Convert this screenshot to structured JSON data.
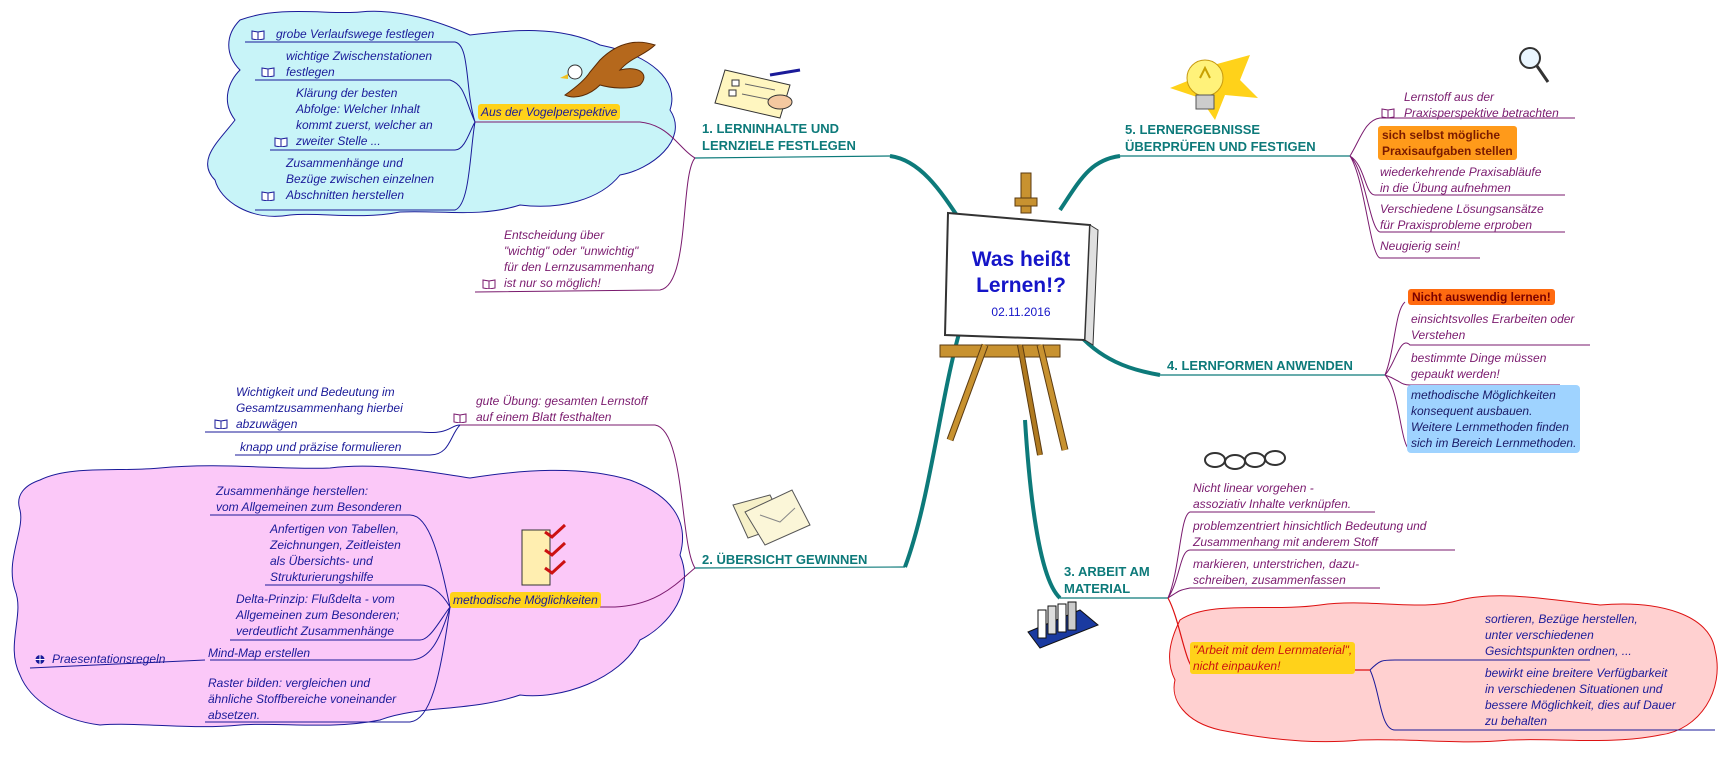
{
  "center": {
    "title": "Was heißt\nLernen!?",
    "date": "02.11.2016"
  },
  "branches": {
    "b1": {
      "label": "1. LERNINHALTE UND\nLERNZIELE FESTLEGEN",
      "vogel": "Aus der Vogelperspektive",
      "vogel_items": [
        "grobe Verlaufswege festlegen",
        "wichtige Zwischenstationen\nfestlegen",
        "Klärung der besten\nAbfolge: Welcher Inhalt\nkommt zuerst, welcher an\nzweiter Stelle ...",
        "Zusammenhänge und\nBezüge zwischen einzelnen\nAbschnitten herstellen"
      ],
      "decision": "Entscheidung über\n\"wichtig\" oder \"unwichtig\"\nfür den Lernzusammenhang\nist nur so möglich!"
    },
    "b2": {
      "label": "2. ÜBERSICHT GEWINNEN",
      "uebung": "gute Übung: gesamten Lernstoff\nauf einem Blatt festhalten",
      "uebung_items": [
        "Wichtigkeit und Bedeutung im\nGesamtzusammenhang hierbei\nabzuwägen",
        "knapp und präzise formulieren"
      ],
      "methodisch": "methodische Möglichkeiten",
      "methodisch_items": [
        "Zusammenhänge herstellen:\nvom Allgemeinen zum Besonderen",
        "Anfertigen von Tabellen,\nZeichnungen, Zeitleisten\nals Übersichts- und\nStrukturierungshilfe",
        "Delta-Prinzip: Flußdelta - vom\nAllgemeinen zum Besonderen;\nverdeutlicht Zusammenhänge",
        "Mind-Map erstellen",
        "Raster bilden: vergleichen und\nähnliche Stoffbereiche voneinander\nabsetzen."
      ],
      "praesentation": "Praesentationsregeln"
    },
    "b3": {
      "label": "3. ARBEIT AM\nMATERIAL",
      "items": [
        "Nicht linear vorgehen -\nassoziativ Inhalte verknüpfen.",
        "problemzentriert hinsichtlich Bedeutung und\nZusammenhang mit anderem Stoff",
        "markieren, unterstrichen, dazu-\nschreiben, zusammenfassen"
      ],
      "arbeit": "\"Arbeit mit dem Lernmaterial\",\nnicht einpauken!",
      "arbeit_items": [
        "sortieren, Bezüge herstellen,\nunter verschiedenen\nGesichtspunkten ordnen, ...",
        "bewirkt eine breitere Verfügbarkeit\nin verschiedenen Situationen und\nbessere Möglichkeit, dies auf Dauer\nzu behalten"
      ]
    },
    "b4": {
      "label": "4. LERNFORMEN ANWENDEN",
      "nicht": "Nicht auswendig lernen!",
      "items": [
        "einsichtsvolles Erarbeiten oder\nVerstehen",
        "bestimmte Dinge müssen\ngepaukt werden!"
      ],
      "method": "methodische Möglichkeiten\nkonsequent ausbauen.\nWeitere Lernmethoden finden\nsich im Bereich Lernmethoden."
    },
    "b5": {
      "label": "5. LERNERGEBNISSE\nÜBERPRÜFEN UND FESTIGEN",
      "items": [
        "Lernstoff aus der\nPraxisperspektive betrachten",
        "sich selbst mögliche\nPraxisaufgaben stellen",
        "wiederkehrende Praxisabläufe\nin die Übung aufnehmen",
        "Verschiedene Lösungsansätze\nfür Praxisprobleme erproben",
        "Neugierig sein!"
      ]
    }
  },
  "colors": {
    "branch": "#0d7a7a",
    "blue_text": "#1a1a99",
    "purple_text": "#7a1a6e",
    "cloud_cyan": "#c8f4f8",
    "cloud_pink": "#fbc8f8",
    "cloud_red": "#ffd0d0",
    "highlight_yellow": "#ffd21a",
    "highlight_orange": "#ff9a1a"
  },
  "icons": [
    "eagle-icon",
    "checklist-icon",
    "easel-icon",
    "lightbulb-icon",
    "magnifier-icon",
    "maps-icon",
    "chain-icon",
    "books-icon",
    "clipboard-icon",
    "book-icon",
    "globe-icon"
  ]
}
